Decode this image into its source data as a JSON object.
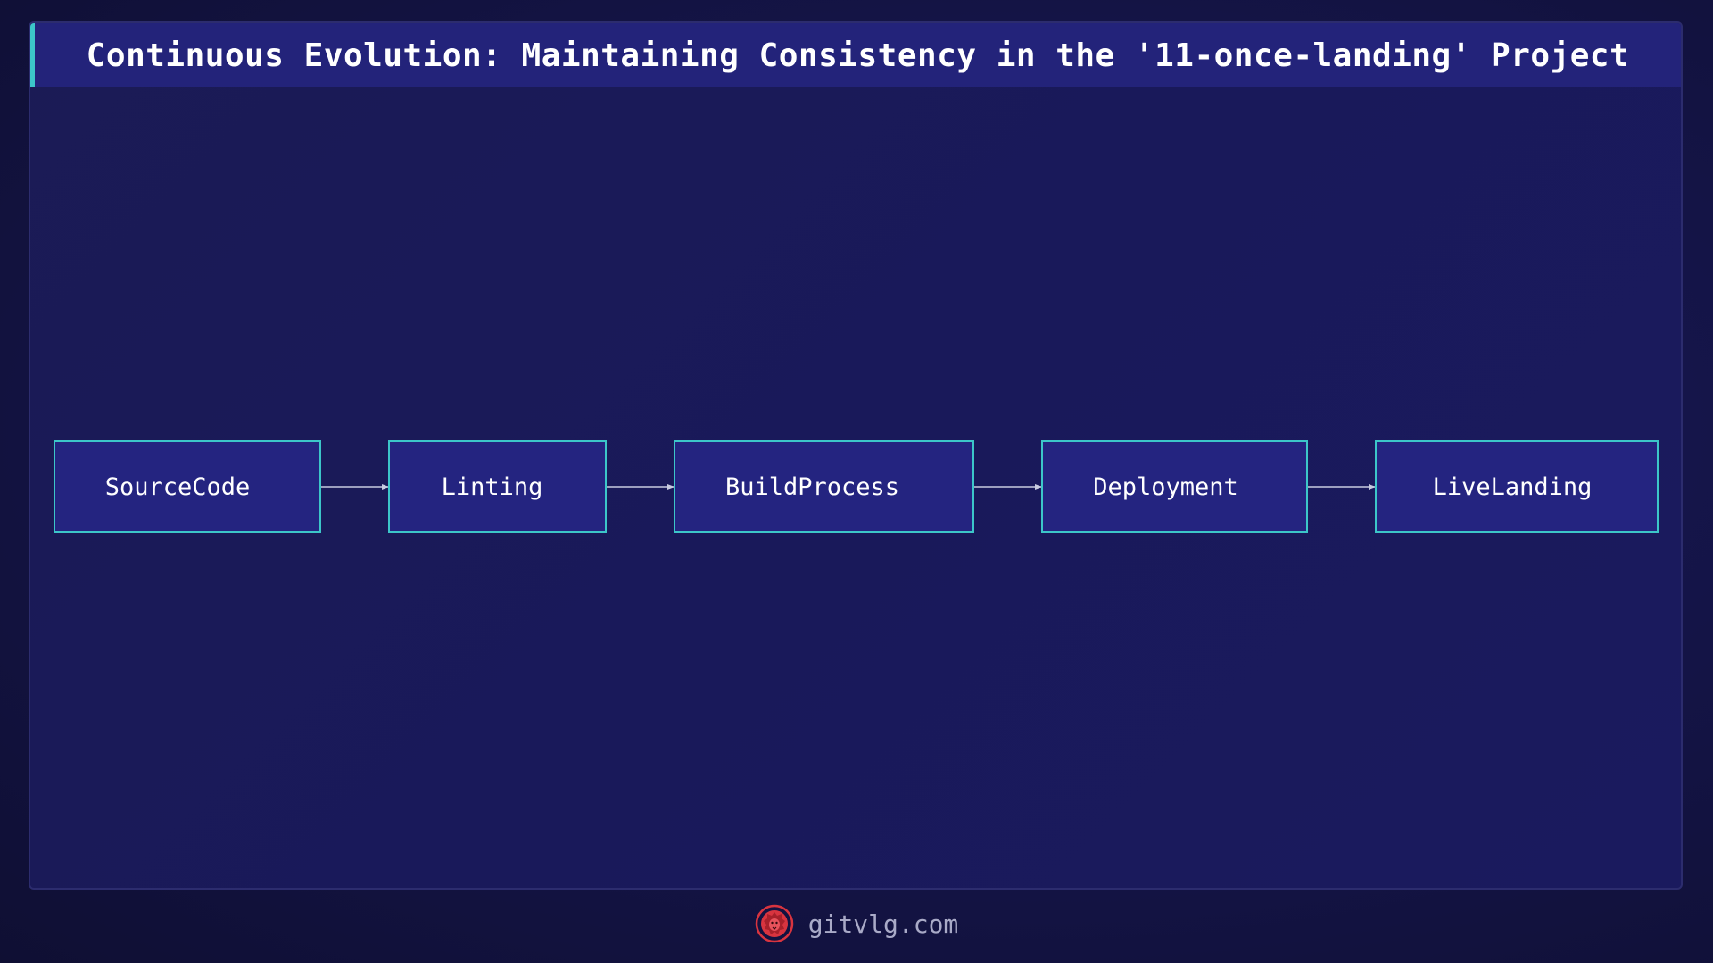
{
  "title": "Continuous Evolution: Maintaining Consistency in the '11-once-landing' Project",
  "diagram": {
    "nodes": [
      {
        "id": "source-code",
        "label": "SourceCode"
      },
      {
        "id": "linting",
        "label": "Linting"
      },
      {
        "id": "build-process",
        "label": "BuildProcess"
      },
      {
        "id": "deployment",
        "label": "Deployment"
      },
      {
        "id": "live-landing",
        "label": "LiveLanding"
      }
    ],
    "edges": [
      {
        "from": "source-code",
        "to": "linting"
      },
      {
        "from": "linting",
        "to": "build-process"
      },
      {
        "from": "build-process",
        "to": "deployment"
      },
      {
        "from": "deployment",
        "to": "live-landing"
      }
    ]
  },
  "footer": {
    "site": "gitvlg.com",
    "logo_icon": "lion-head-icon"
  },
  "colors": {
    "background": "#12123a",
    "title_bar": "#23237a",
    "accent": "#3cc6c9",
    "node_fill": "#242480",
    "arrow": "#c8cbe0",
    "logo": "#d8343f"
  }
}
